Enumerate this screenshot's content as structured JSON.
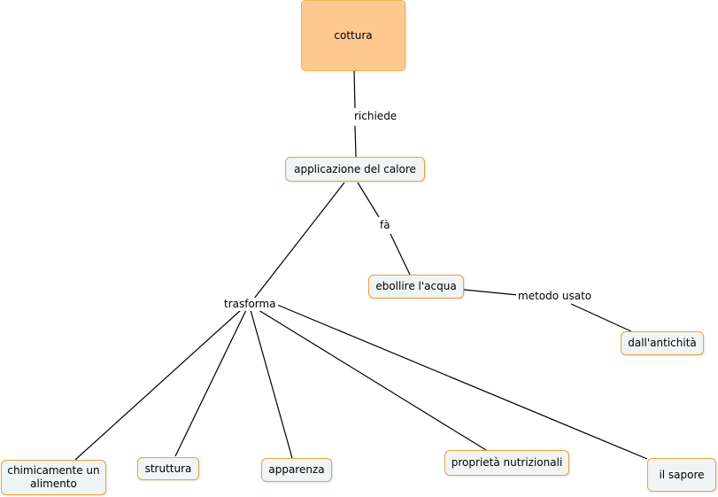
{
  "map": {
    "colors": {
      "root_fill": "#ffc891",
      "node_fill": "#f1f4f5",
      "node_border": "#e8a33d",
      "link": "#000000"
    },
    "concepts": {
      "cottura": "cottura",
      "applicazione": "applicazione del calore",
      "ebollire": "ebollire l'acqua",
      "antichita": "dall'antichità",
      "chimicamente": "chimicamente un alimento",
      "struttura": "struttura",
      "apparenza": "apparenza",
      "proprieta": "proprietà nutrizionali",
      "sapore": "il sapore"
    },
    "linking_phrases": {
      "richiede": "richiede",
      "fa": "fà",
      "metodo_usato": "metodo usato",
      "trasforma": "trasforma"
    }
  }
}
